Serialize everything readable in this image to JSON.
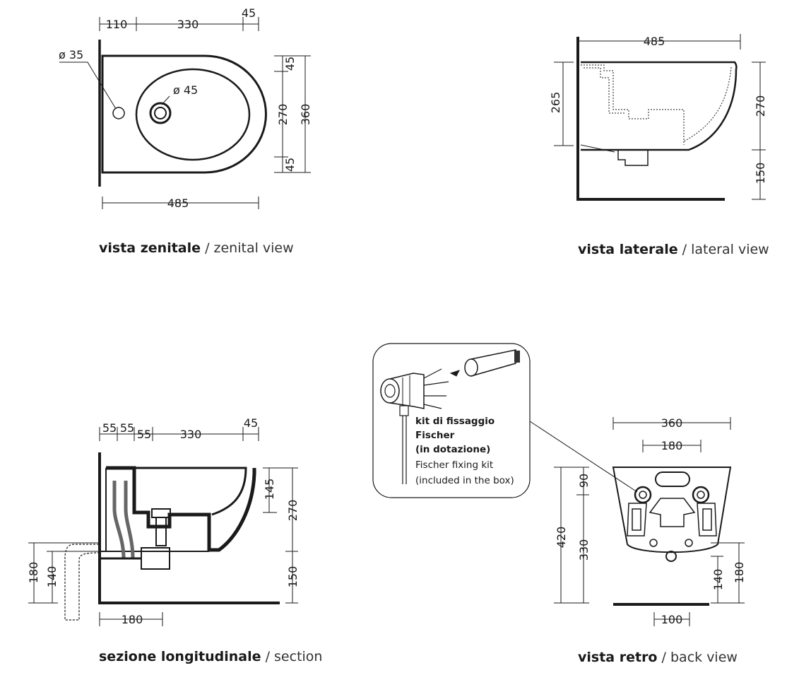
{
  "views": {
    "top": {
      "caption_it": "vista zenitale",
      "caption_en": "zenital view",
      "dims": {
        "d_110": "110",
        "d_330": "330",
        "d_45": "45",
        "d_485": "485",
        "v_45a": "45",
        "v_270": "270",
        "v_45b": "45",
        "v_360": "360"
      },
      "labels": {
        "hole_small": "ø 35",
        "hole_large": "ø 45"
      }
    },
    "side": {
      "caption_it": "vista laterale",
      "caption_en": "lateral view",
      "dims": {
        "d_485": "485",
        "v_265": "265",
        "v_270": "270",
        "v_150": "150"
      }
    },
    "section": {
      "caption_it": "sezione longitudinale",
      "caption_en": "section",
      "dims": {
        "d_55a": "55",
        "d_55b": "55",
        "d_55c": "55",
        "d_330": "330",
        "d_45": "45",
        "v_145": "145",
        "v_270": "270",
        "v_150": "150",
        "v_180": "180",
        "v_140": "140",
        "d_180": "180"
      }
    },
    "back": {
      "caption_it": "vista retro",
      "caption_en": "back view",
      "dims": {
        "d_360": "360",
        "d_180": "180",
        "v_90": "90",
        "v_420": "420",
        "v_330": "330",
        "v_140": "140",
        "v_180": "180",
        "d_100": "100"
      }
    }
  },
  "kit": {
    "line1": "kit di fissaggio",
    "line2": "Fischer",
    "line3": "(in dotazione)",
    "line4": "Fischer fixing kit",
    "line5": "(included in the box)"
  }
}
